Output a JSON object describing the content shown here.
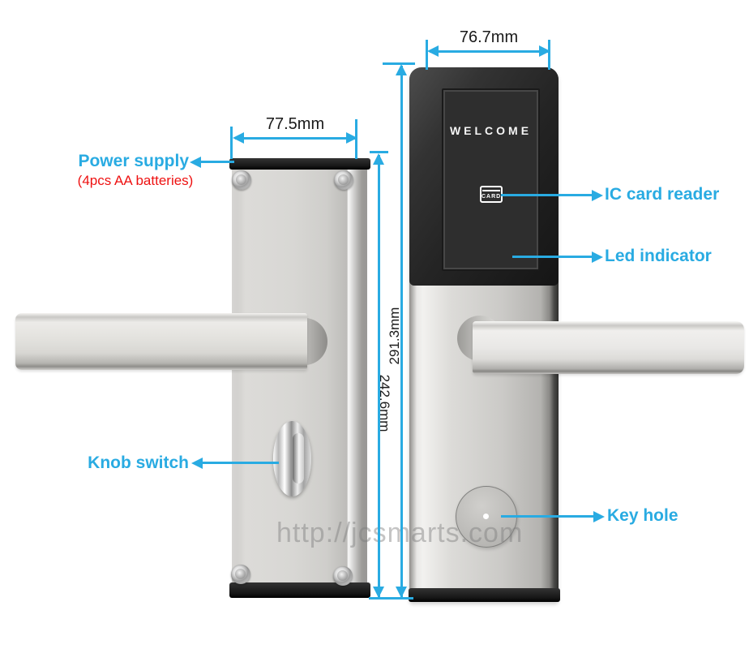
{
  "colors": {
    "accent_blue": "#29ABE2",
    "note_red": "#EE1111",
    "dimension_text": "#1a1a1a"
  },
  "dimensions": {
    "back_panel_width": "77.5mm",
    "back_panel_height": "242.6mm",
    "front_panel_width": "76.7mm",
    "front_panel_height": "291.3mm"
  },
  "callouts": {
    "power_supply": "Power supply",
    "battery_note": "(4pcs AA batteries)",
    "knob_switch": "Knob switch",
    "ic_card_reader": "IC card reader",
    "led_indicator": "Led indicator",
    "key_hole": "Key hole"
  },
  "front_panel": {
    "display_text": "WELCOME",
    "card_icon_text": "CARD"
  },
  "watermark": "http://jcsmarts.com"
}
